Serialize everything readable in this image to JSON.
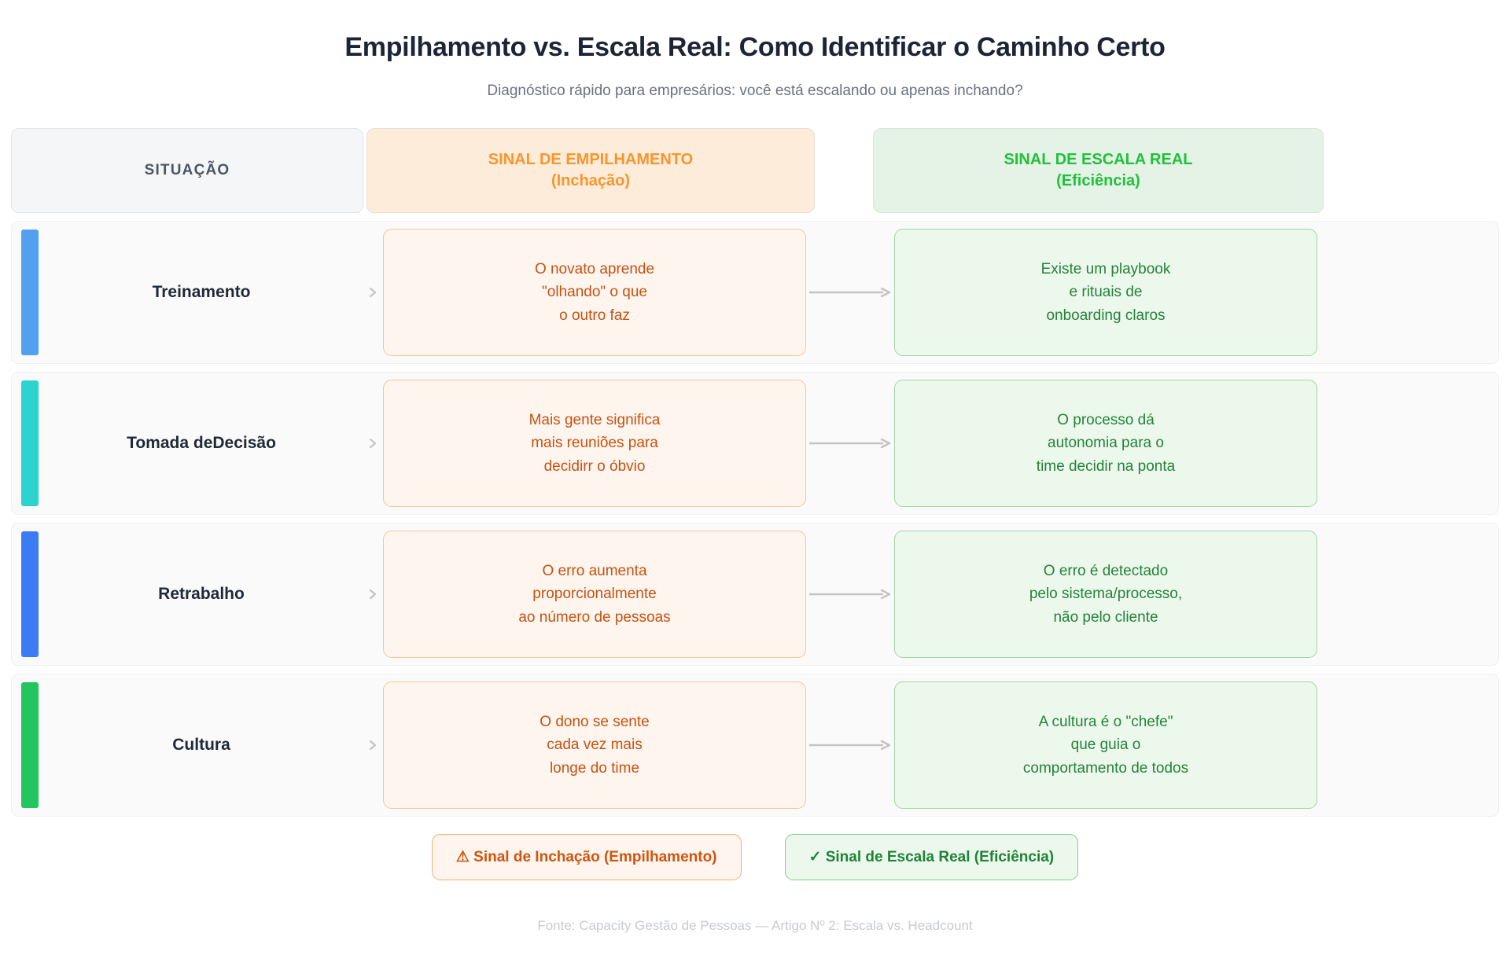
{
  "header": {
    "title": "Empilhamento vs. Escala Real: Como Identificar o Caminho Certo",
    "subtitle": "Diagnóstico rápido para empresários: você está escalando ou apenas inchando?"
  },
  "columns": {
    "situacao": "SITUAÇÃO",
    "empilhamento_line1": "SINAL DE EMPILHAMENTO",
    "empilhamento_line2": "(Inchação)",
    "escala_line1": "SINAL DE ESCALA REAL",
    "escala_line2": "(Eficiência)"
  },
  "rows": [
    {
      "situacao": "Treinamento",
      "accent_color": "#54a0f0",
      "empilhamento": "O novato aprende\n\"olhando\" o que\no outro faz",
      "escala": "Existe um playbook\ne rituais de\nonboarding claros"
    },
    {
      "situacao": "Tomada de\nDecisão",
      "accent_color": "#2dd4cf",
      "empilhamento": "Mais gente significa\nmais reuniões para\ndecidirr o óbvio",
      "escala": "O processo dá\nautonomia para o\ntime decidir na ponta"
    },
    {
      "situacao": "Retrabalho",
      "accent_color": "#3b7cf6",
      "empilhamento": "O erro aumenta\nproporcionalmente\nao número de pessoas",
      "escala": "O erro é detectado\npelo sistema/processo,\nnão pelo cliente"
    },
    {
      "situacao": "Cultura",
      "accent_color": "#22c55e",
      "empilhamento": "O dono se sente\ncada vez mais\nlonge do time",
      "escala": "A cultura é o \"chefe\"\nque guia o\ncomportamento de todos"
    }
  ],
  "legend": {
    "inchacao": "⚠ Sinal de Inchação (Empilhamento)",
    "escala": "✓ Sinal de Escala Real (Eficiência)"
  },
  "footer": {
    "source": "Fonte: Capacity Gestão de Pessoas — Artigo Nº 2: Escala vs. Headcount"
  },
  "colors": {
    "orange_accent": "#f8952e",
    "green_accent": "#22c03c",
    "orange_text": "#c75212",
    "green_text": "#23833a",
    "arrow": "#c4c4c4"
  }
}
